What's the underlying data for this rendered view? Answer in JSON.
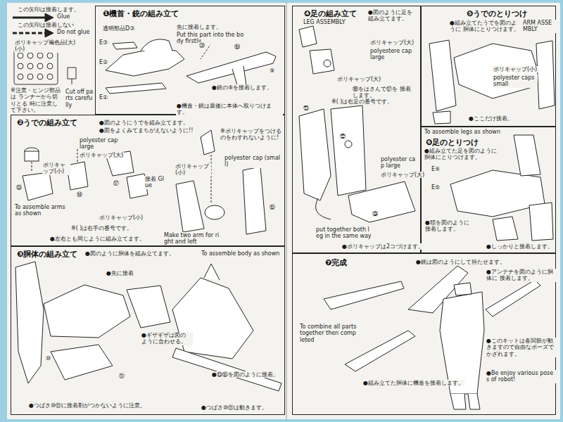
{
  "diagram": {
    "nodes": [
      {
        "text": [
          "❶機首・銃の組み立て"
        ]
      },
      {
        "text": [
          "❷うでの組み立て"
        ]
      },
      {
        "text": [
          "❸胴体の組み立て"
        ]
      },
      {
        "text": [
          "❹足の組み立て"
        ]
      },
      {
        "text": [
          "❺うでのとりつけ"
        ]
      },
      {
        "text": [
          "❻足のとりつけ"
        ]
      },
      {
        "text": [
          "❼完成"
        ]
      }
    ],
    "labels": [
      "この矢印は接着します。",
      "Glue",
      "この矢印は接着しない",
      "Do not glue",
      "ポリキャップ褐色品(大)(小)",
      "※注意・ヒンジ部品は ランナーから切りとる 時に注意して下さい。",
      "Cut off parts carefully",
      "透明部品D③",
      "E③",
      "先に接着します。",
      "Put this part into the body firstly",
      "E②",
      "E①",
      "⑲",
      "●銃の⑨を接着します。",
      "●機首・銃は最後に本体へ取りつけます。",
      "●図のようにうでを組み立てます。",
      "●図をよくみてまちがえないように!!",
      "polyester cap large",
      "ポリキャップ(大)",
      "ポリキャップ(小)",
      "接着 Glue",
      "※ポリキャップをつける のをわすれないように!",
      "ポリキャップ(小)",
      "polyester cap (small)",
      "ポリキャップ(小)",
      "To assemble arms as shown",
      "※( )は右手の番号です。",
      "●左右とも同じように組み立てます。",
      "Make two arm for right and left",
      "●図のように胴体を組み立てます。",
      "To assemble body as shown",
      "●先に接着",
      "●ギザギザは図の ように合わせる。",
      "●⑬⑮を図のように接着。",
      "●つばさ⑩⑪は動きます。",
      "●つばさ⑩⑪に接着剤がつかないように注意。",
      "●図のように足を 組み立てます。",
      "LEG ASSEMBLY",
      "ポリキャップ(大)",
      "polyestere cap large",
      "ポリキャップ(大)",
      "⑯をはさんで⑰を 接着します。",
      "※( )は右足の番号です。",
      "polyester cap large",
      "ポリキャップ(大)",
      "put together both leg in the same way",
      "●ポリキャップは2コづけます。",
      "ARM ASSEMBLY",
      "●組み立てたうでを図のように 胴体にとりつけます。",
      "ポリキャップ(小)",
      "polyester caps small",
      "●ここだけ接着。",
      "To assemble legs as shown",
      "●組み立てた足を図のように 胴体にとりつけます。",
      "E④",
      "E⑤",
      "●頭を図のように 接着します。",
      "●しっかりと接着します。",
      "●銃は図のようにして持たせます。",
      "●アンテナを図のように胴体に 接着します。",
      "To combine all parts together then completed",
      "●組み立てた胴体に機首を接着します。",
      "●このキットは各関節が動きますので自由なポーズでかざれます。",
      "●Be enjoy various poses of robot!",
      "⑳",
      "⑬",
      "⑭",
      "⑮",
      "⑰",
      "⑩",
      "⑪",
      "㉑",
      "㉒",
      "㉓",
      "⑨"
    ]
  }
}
